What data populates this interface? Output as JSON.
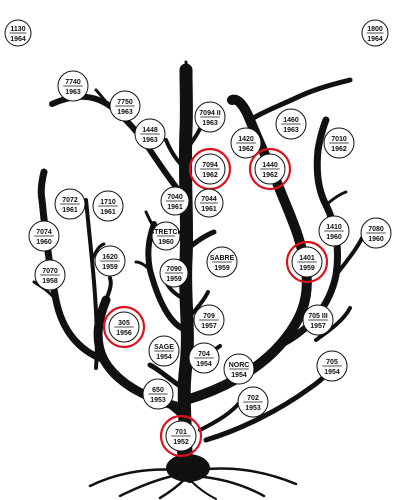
{
  "highlight_color": "#e0101a",
  "nodes": [
    {
      "id": "n1130",
      "model": "1130",
      "year": "1964",
      "highlighted": false
    },
    {
      "id": "n1800",
      "model": "1800",
      "year": "1964",
      "highlighted": false
    },
    {
      "id": "n7740",
      "model": "7740",
      "year": "1963",
      "highlighted": false
    },
    {
      "id": "n7750",
      "model": "7750",
      "year": "1963",
      "highlighted": false
    },
    {
      "id": "n1448",
      "model": "1448",
      "year": "1963",
      "highlighted": false
    },
    {
      "id": "n7094ii",
      "model": "7094 II",
      "year": "1963",
      "highlighted": false
    },
    {
      "id": "n1460",
      "model": "1460",
      "year": "1963",
      "highlighted": false
    },
    {
      "id": "n1420",
      "model": "1420",
      "year": "1962",
      "highlighted": false
    },
    {
      "id": "n7010",
      "model": "7010",
      "year": "1962",
      "highlighted": false
    },
    {
      "id": "n7094",
      "model": "7094",
      "year": "1962",
      "highlighted": true
    },
    {
      "id": "n1440",
      "model": "1440",
      "year": "1962",
      "highlighted": true
    },
    {
      "id": "n7072",
      "model": "7072",
      "year": "1961",
      "highlighted": false
    },
    {
      "id": "n1710",
      "model": "1710",
      "year": "1961",
      "highlighted": false
    },
    {
      "id": "n7040",
      "model": "7040",
      "year": "1961",
      "highlighted": false
    },
    {
      "id": "n7044",
      "model": "7044",
      "year": "1961",
      "highlighted": false
    },
    {
      "id": "n7074",
      "model": "7074",
      "year": "1960",
      "highlighted": false
    },
    {
      "id": "nstretch",
      "model": "STRETCH",
      "year": "1960",
      "highlighted": false
    },
    {
      "id": "n1410",
      "model": "1410",
      "year": "1960",
      "highlighted": false
    },
    {
      "id": "n7080",
      "model": "7080",
      "year": "1960",
      "highlighted": false
    },
    {
      "id": "n1620",
      "model": "1620",
      "year": "1959",
      "highlighted": false
    },
    {
      "id": "nsabre",
      "model": "SABRE",
      "year": "1959",
      "highlighted": false
    },
    {
      "id": "n7090",
      "model": "7090",
      "year": "1959",
      "highlighted": false
    },
    {
      "id": "n1401",
      "model": "1401",
      "year": "1959",
      "highlighted": true
    },
    {
      "id": "n7070",
      "model": "7070",
      "year": "1958",
      "highlighted": false
    },
    {
      "id": "n709",
      "model": "709",
      "year": "1957",
      "highlighted": false
    },
    {
      "id": "n705iii",
      "model": "705 III",
      "year": "1957",
      "highlighted": false
    },
    {
      "id": "n305",
      "model": "305",
      "year": "1956",
      "highlighted": true
    },
    {
      "id": "nsage",
      "model": "SAGE",
      "year": "1954",
      "highlighted": false
    },
    {
      "id": "n704",
      "model": "704",
      "year": "1954",
      "highlighted": false
    },
    {
      "id": "nnorc",
      "model": "NORC",
      "year": "1954",
      "highlighted": false
    },
    {
      "id": "n705",
      "model": "705",
      "year": "1954",
      "highlighted": false
    },
    {
      "id": "n650",
      "model": "650",
      "year": "1953",
      "highlighted": false
    },
    {
      "id": "n702",
      "model": "702",
      "year": "1953",
      "highlighted": false
    },
    {
      "id": "n701",
      "model": "701",
      "year": "1952",
      "highlighted": true
    }
  ]
}
